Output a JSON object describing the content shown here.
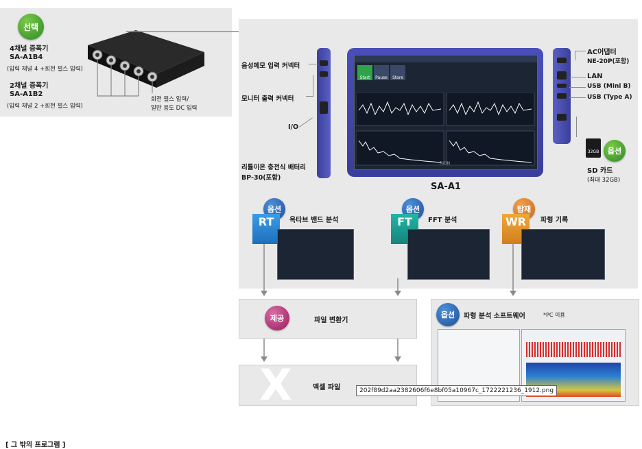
{
  "amp": {
    "badge": "선택",
    "four_ch_title": "4채널 증폭기",
    "four_ch_model": "SA-A1B4",
    "four_ch_desc": "(입력 채널 4 +회전 펄스 입력)",
    "two_ch_title": "2채널 증폭기",
    "two_ch_model": "SA-A1B2",
    "two_ch_desc": "(입력 채널 2 +회전 펄스 입력)",
    "pulse_label_1": "회전 펄스 입력/",
    "pulse_label_2": "일반 용도 DC 입력"
  },
  "device": {
    "name": "SA-A1",
    "voice_memo": "음성메모 입력 커넥터",
    "monitor_out": "모니터 출력 커넥터",
    "io": "I/O",
    "battery_1": "리튬이온 충전식 배터리",
    "battery_2": "BP-30(포함)",
    "ac_adapter": "AC어댑터",
    "ac_model": "NE-20P(포함)",
    "lan": "LAN",
    "usb_mini": "USB (Mini B)",
    "usb_a": "USB (Type A)",
    "sd_badge": "옵션",
    "sd_label": "SD 카드",
    "sd_max": "(최대 32GB)",
    "sd_size": "32GB",
    "brand": "RION",
    "screen_buttons": [
      "Start",
      "Pause",
      "Store"
    ]
  },
  "programs": [
    {
      "badge": "옵션",
      "tile": "RT",
      "label": "옥타브 밴드 분석",
      "color": "#2f8fd6"
    },
    {
      "badge": "옵션",
      "tile": "FT",
      "label": "FFT 분석",
      "color": "#1aa39a"
    },
    {
      "badge": "탑재",
      "tile": "WR",
      "label": "파형 기록",
      "color": "#e79a2b"
    }
  ],
  "converter": {
    "badge": "제공",
    "label": "파일 변환기"
  },
  "software": {
    "badge": "옵션",
    "label": "파형 분석 소프트웨어",
    "note": "*PC 이용"
  },
  "excel": {
    "label": "엑셀 파일"
  },
  "tooltip": "202f89d2aa2382606f6e8bf05a10967c_1722221236_1912.png",
  "footer": "[ 그 밖의 프로그램 ]"
}
